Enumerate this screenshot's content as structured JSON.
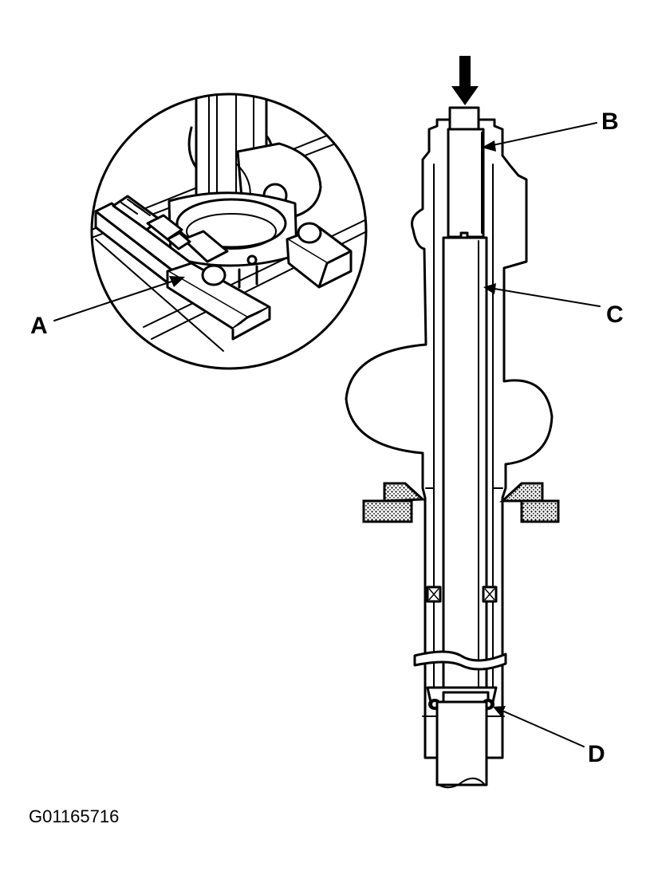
{
  "callouts": {
    "a": "A",
    "b": "B",
    "c": "C",
    "d": "D"
  },
  "figure_id": "G01165716",
  "colors": {
    "ink": "#000000",
    "background": "#ffffff"
  }
}
